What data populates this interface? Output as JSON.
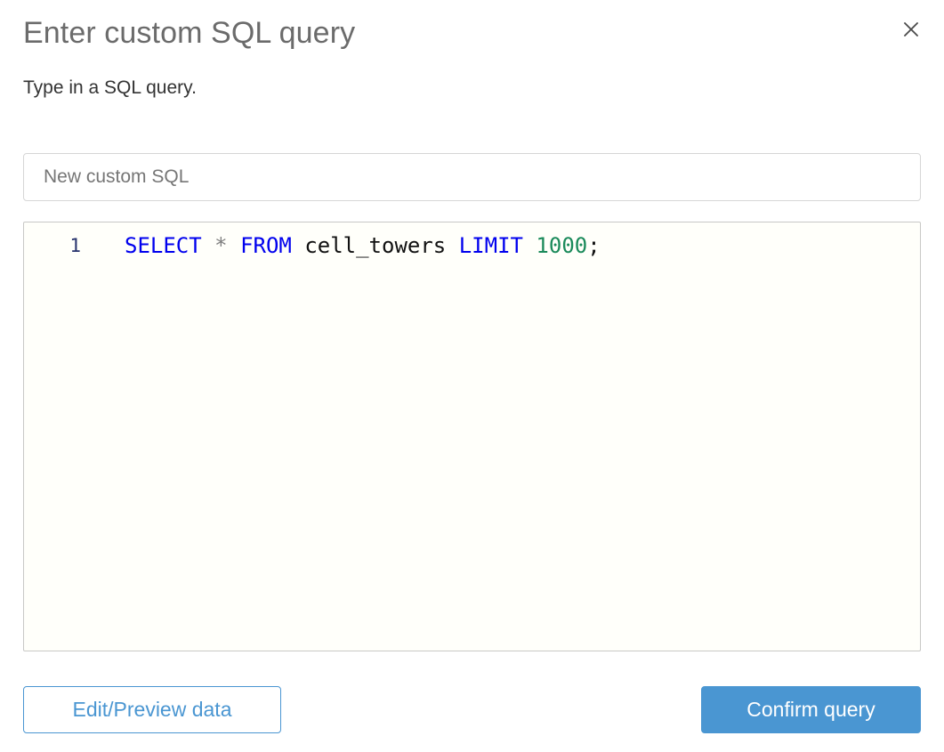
{
  "dialog": {
    "title": "Enter custom SQL query",
    "subtitle": "Type in a SQL query.",
    "close_icon": "close-icon"
  },
  "name_field": {
    "placeholder": "New custom SQL",
    "value": ""
  },
  "editor": {
    "line_number": "1",
    "query_text": "SELECT * FROM cell_towers LIMIT 1000;",
    "tokens": {
      "select": "SELECT",
      "space1": " ",
      "star": "*",
      "space2": " ",
      "from": "FROM",
      "space3": " ",
      "table": "cell_towers",
      "space4": " ",
      "limit": "LIMIT",
      "space5": " ",
      "number": "1000",
      "semicolon": ";"
    }
  },
  "footer": {
    "edit_preview_label": "Edit/Preview data",
    "confirm_label": "Confirm query"
  },
  "colors": {
    "accent": "#4a96d2",
    "keyword": "#0000ee",
    "number": "#1a8a5a",
    "star": "#808080",
    "gutter": "#26326c",
    "editor_bg": "#fffffa",
    "title": "#6b6b6b"
  }
}
